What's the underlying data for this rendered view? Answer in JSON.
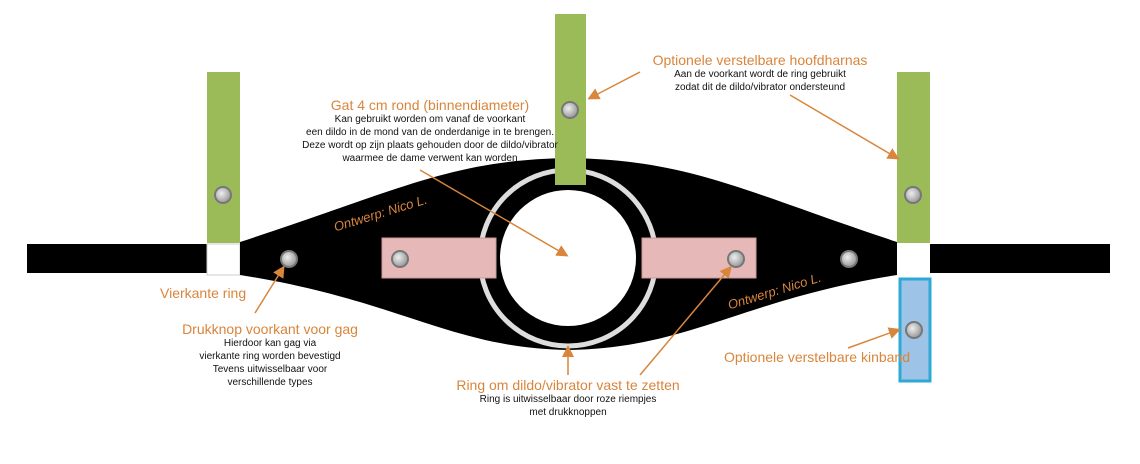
{
  "colors": {
    "accent": "#d9853b",
    "strap": "#000000",
    "green": "#9bbb59",
    "pink": "#e6b9b8",
    "blue": "#9dc3e6",
    "blue_border": "#2ea8d4"
  },
  "labels": {
    "hole": {
      "title": "Gat 4 cm rond (binnendiameter)",
      "lines": [
        "Kan gebruikt worden om vanaf de voorkant",
        "een dildo in de mond van de onderdanige in te brengen.",
        "Deze wordt op zijn plaats gehouden door de dildo/vibrator",
        "waarmee de dame verwent kan worden"
      ]
    },
    "head_harness": {
      "title": "Optionele verstelbare hoofdharnas",
      "lines": [
        "Aan de voorkant wordt de ring gebruikt",
        "zodat dit de dildo/vibrator  ondersteund"
      ]
    },
    "square_ring": {
      "title": "Vierkante ring"
    },
    "snap_button": {
      "title": "Drukknop voorkant voor gag",
      "lines": [
        "Hierdoor kan gag via",
        "vierkante ring worden bevestigd",
        "Tevens uitwisselbaar voor",
        "verschillende types"
      ]
    },
    "ring": {
      "title": "Ring om dildo/vibrator vast te zetten",
      "lines": [
        "Ring is uitwisselbaar door roze riempjes",
        "met drukknoppen"
      ]
    },
    "chin_strap": {
      "title": "Optionele verstelbare kinband"
    },
    "design_left": "Ontwerp:  Nico L.",
    "design_right": "Ontwerp:  Nico L."
  }
}
